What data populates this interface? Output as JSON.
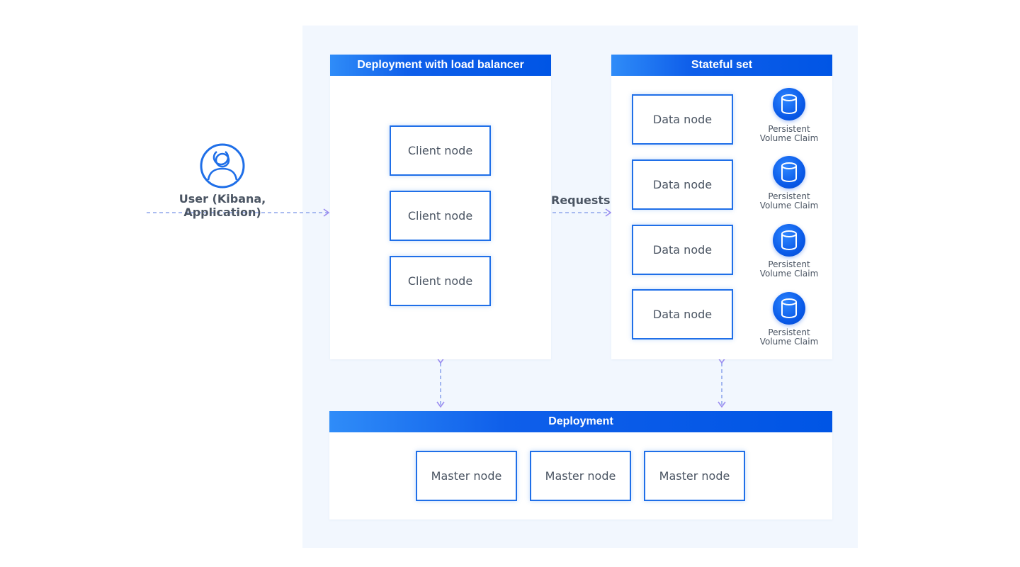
{
  "user": {
    "label": "User (Kibana, Application)",
    "icon": "user-icon"
  },
  "requests_label": "Requests",
  "client_group": {
    "title": "Deployment with load balancer",
    "nodes": [
      "Client node",
      "Client node",
      "Client node"
    ]
  },
  "stateful_group": {
    "title": "Stateful set",
    "nodes": [
      "Data node",
      "Data node",
      "Data node",
      "Data node"
    ],
    "pvc_line1": "Persistent",
    "pvc_line2": "Volume Claim",
    "pvc_icon": "database-icon"
  },
  "master_group": {
    "title": "Deployment",
    "nodes": [
      "Master node",
      "Master node",
      "Master node"
    ]
  },
  "colors": {
    "accent": "#0055e5",
    "node_border": "#1f6fe8",
    "arrow": "#9b8cf0",
    "panel_bg": "#f2f7fe"
  }
}
